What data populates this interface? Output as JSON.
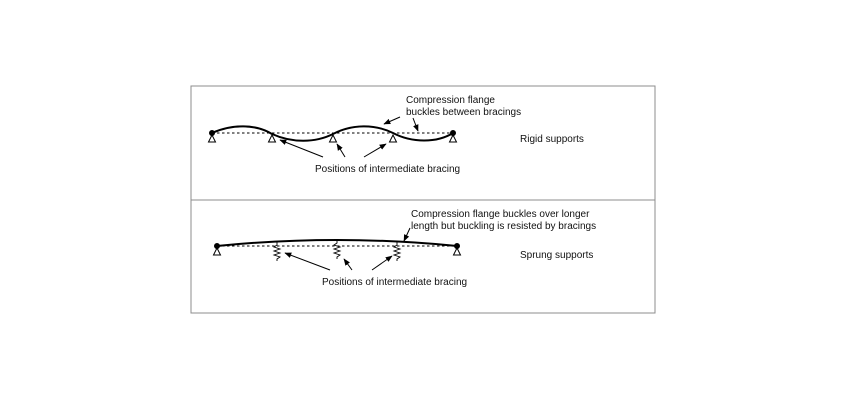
{
  "panels": [
    {
      "annotation_lines": [
        "Compression flange",
        "buckles between bracings"
      ],
      "bracing_label": "Positions of intermediate bracing",
      "support_label": "Rigid supports"
    },
    {
      "annotation_lines": [
        "Compression flange buckles over longer",
        "length but buckling is resisted by bracings"
      ],
      "bracing_label": "Positions of intermediate bracing",
      "support_label": "Sprung supports"
    }
  ],
  "colors": {
    "line": "#000000",
    "frame": "#8c8c8c",
    "text": "#111111"
  }
}
